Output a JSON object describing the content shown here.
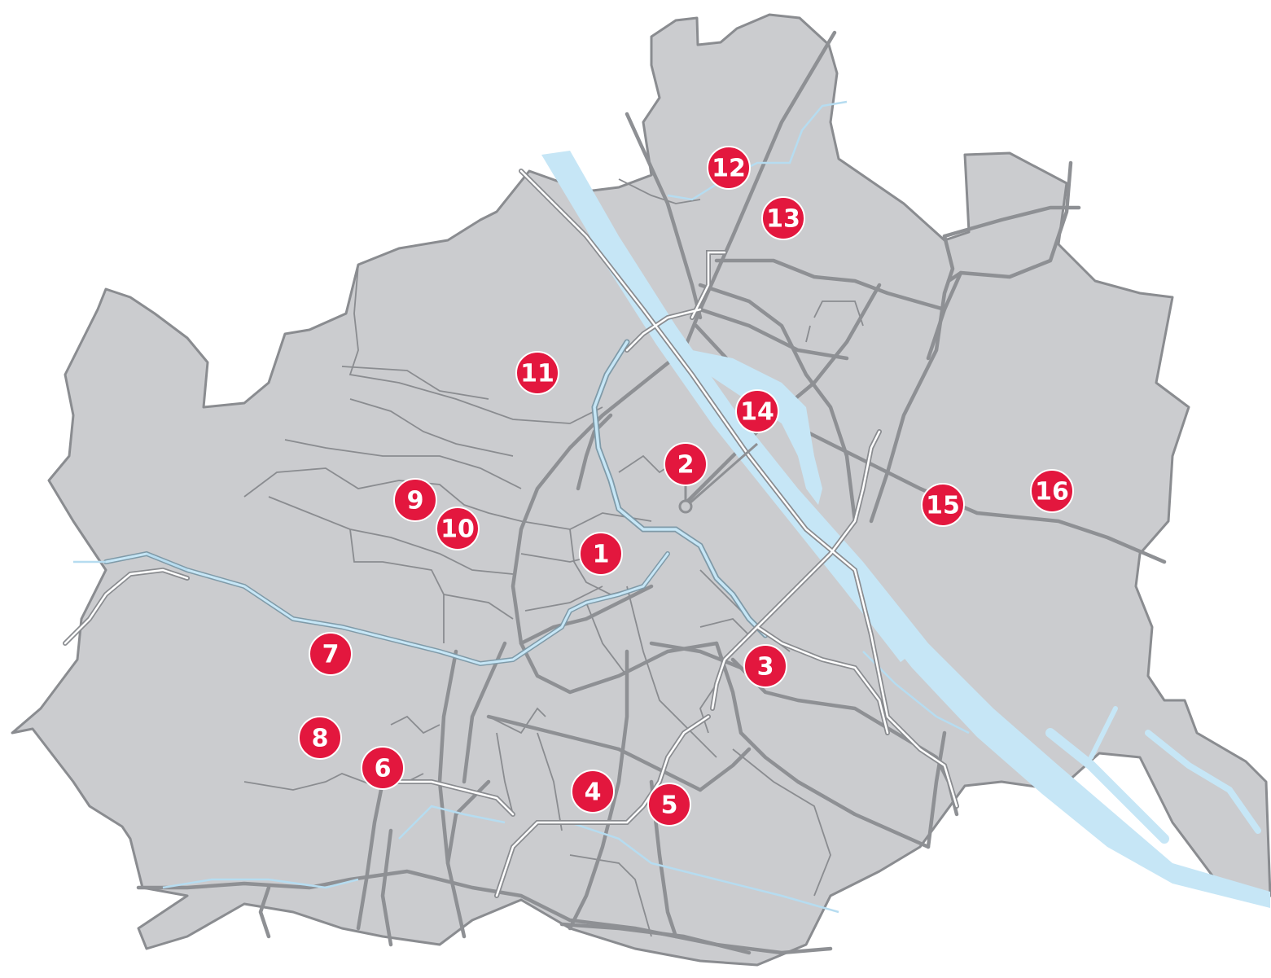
{
  "map": {
    "colors": {
      "land": "#cbcccf",
      "border": "#8a8c90",
      "road": "#8e9094",
      "water": "#c6e6f6",
      "rail": "#ffffff",
      "marker": "#e3173e"
    },
    "markers": [
      {
        "label": "1"
      },
      {
        "label": "2"
      },
      {
        "label": "3"
      },
      {
        "label": "4"
      },
      {
        "label": "5"
      },
      {
        "label": "6"
      },
      {
        "label": "7"
      },
      {
        "label": "8"
      },
      {
        "label": "9"
      },
      {
        "label": "10"
      },
      {
        "label": "11"
      },
      {
        "label": "12"
      },
      {
        "label": "13"
      },
      {
        "label": "14"
      },
      {
        "label": "15"
      },
      {
        "label": "16"
      }
    ]
  }
}
